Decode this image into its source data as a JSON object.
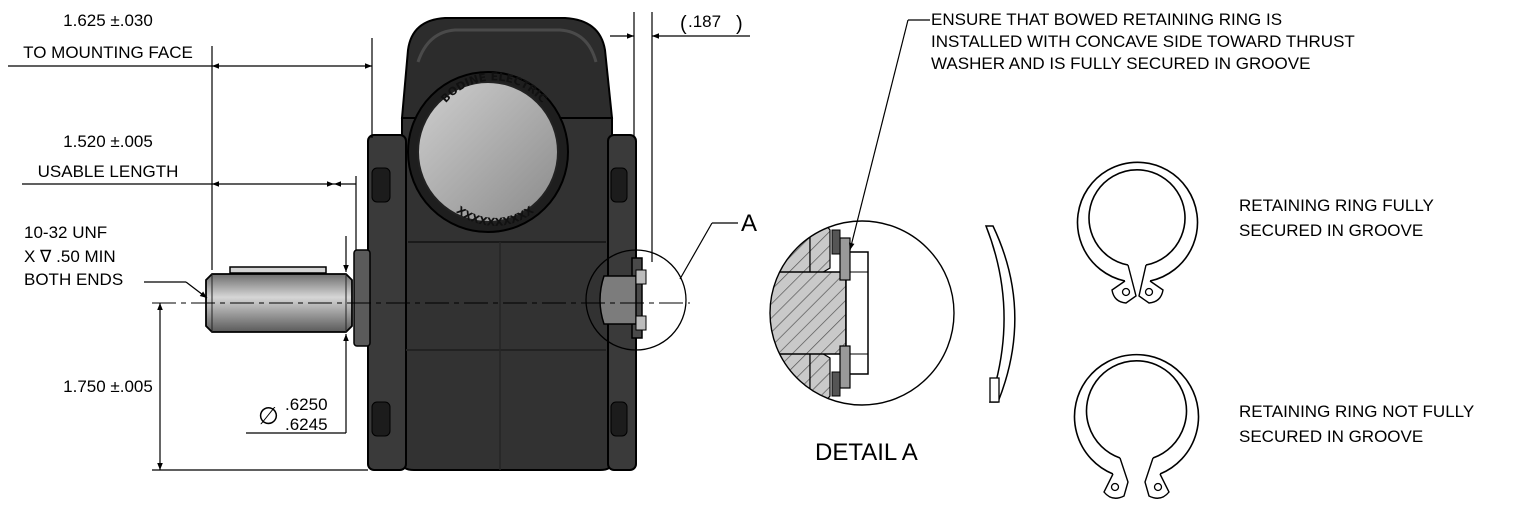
{
  "dims": {
    "mounting_face_value": "1.625 ±.030",
    "mounting_face_label": "TO MOUNTING FACE",
    "usable_length_value": "1.520 ±.005",
    "usable_length_label": "USABLE LENGTH",
    "thread_line1": "10-32 UNF",
    "thread_line2": "X ∇ .50 MIN",
    "thread_line3": "BOTH ENDS",
    "height_value": "1.750 ±.005",
    "diameter_symbol": "∅",
    "diameter_max": ".6250",
    "diameter_min": ".6245",
    "ref_value": ".187",
    "ref_open": "(",
    "ref_close": ")"
  },
  "cover": {
    "brand": "BODINE ELECTRIC",
    "serial": "XXXXXXXXXX"
  },
  "detail": {
    "callout_letter": "A",
    "title": "DETAIL A"
  },
  "notes": {
    "ensure_line1": "ENSURE THAT BOWED RETAINING RING IS",
    "ensure_line2": "INSTALLED WITH CONCAVE SIDE TOWARD THRUST",
    "ensure_line3": "WASHER AND IS FULLY SECURED IN GROOVE",
    "secured_line1": "RETAINING RING FULLY",
    "secured_line2": "SECURED IN GROOVE",
    "not_secured_line1": "RETAINING RING NOT FULLY",
    "not_secured_line2": "SECURED IN GROOVE"
  }
}
